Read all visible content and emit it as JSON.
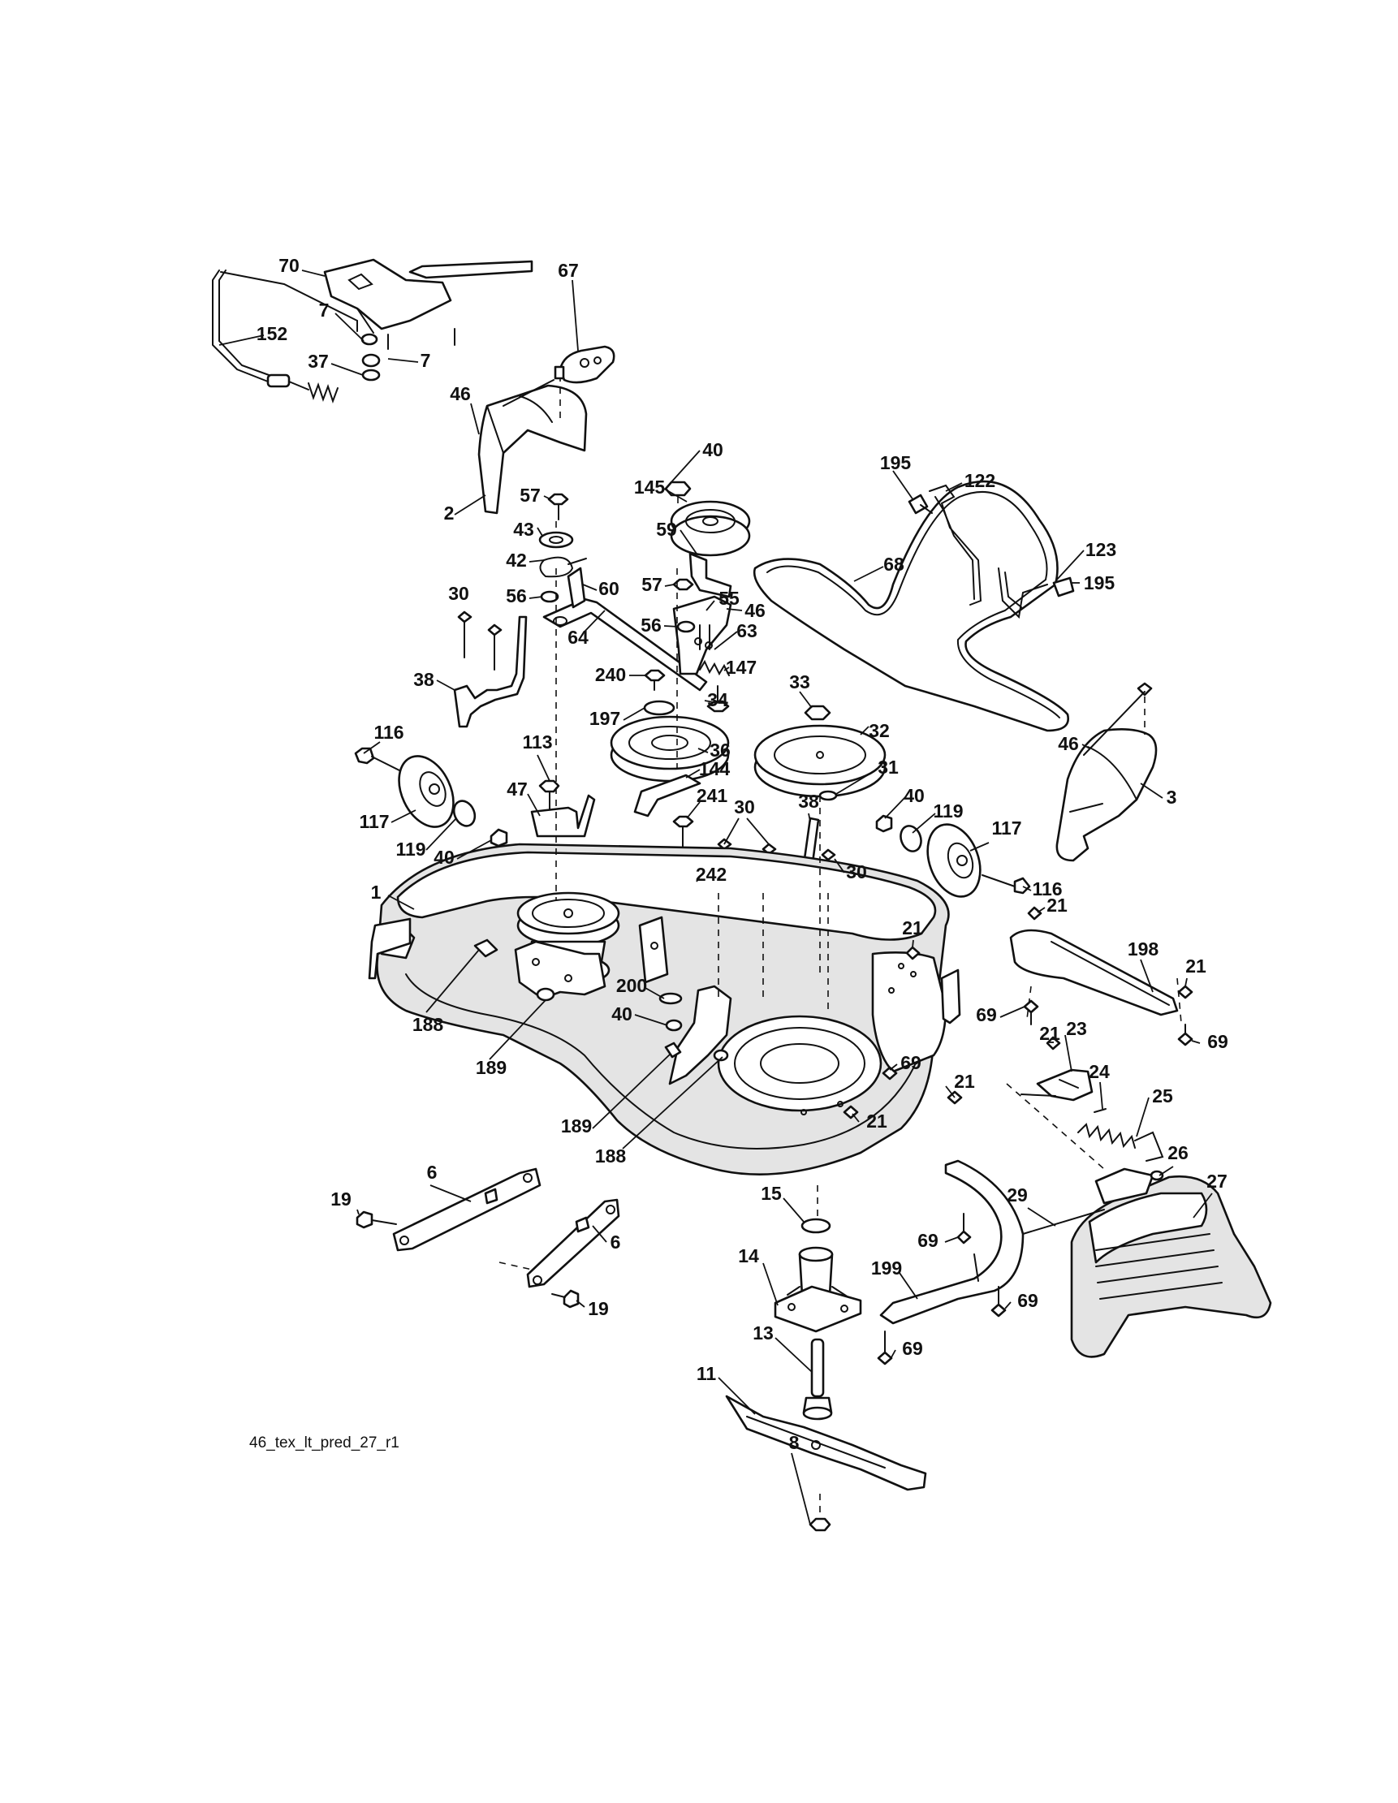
{
  "drawing": {
    "reference": "46_tex_lt_pred_27_r1"
  },
  "callouts": [
    {
      "id": "c70",
      "text": "70"
    },
    {
      "id": "c67",
      "text": "67"
    },
    {
      "id": "c7a",
      "text": "7"
    },
    {
      "id": "c152",
      "text": "152"
    },
    {
      "id": "c7b",
      "text": "7"
    },
    {
      "id": "c37",
      "text": "37"
    },
    {
      "id": "c46a",
      "text": "46"
    },
    {
      "id": "c2",
      "text": "2"
    },
    {
      "id": "c40a",
      "text": "40"
    },
    {
      "id": "c145",
      "text": "145"
    },
    {
      "id": "c195a",
      "text": "195"
    },
    {
      "id": "c122",
      "text": "122"
    },
    {
      "id": "c57a",
      "text": "57"
    },
    {
      "id": "c43",
      "text": "43"
    },
    {
      "id": "c59",
      "text": "59"
    },
    {
      "id": "c68",
      "text": "68"
    },
    {
      "id": "c123",
      "text": "123"
    },
    {
      "id": "c195b",
      "text": "195"
    },
    {
      "id": "c42",
      "text": "42"
    },
    {
      "id": "c30a",
      "text": "30"
    },
    {
      "id": "c56a",
      "text": "56"
    },
    {
      "id": "c60",
      "text": "60"
    },
    {
      "id": "c57b",
      "text": "57"
    },
    {
      "id": "c55",
      "text": "55"
    },
    {
      "id": "c46b",
      "text": "46"
    },
    {
      "id": "c56b",
      "text": "56"
    },
    {
      "id": "c64",
      "text": "64"
    },
    {
      "id": "c63",
      "text": "63"
    },
    {
      "id": "c38a",
      "text": "38"
    },
    {
      "id": "c240",
      "text": "240"
    },
    {
      "id": "c147",
      "text": "147"
    },
    {
      "id": "c33",
      "text": "33"
    },
    {
      "id": "c34",
      "text": "34"
    },
    {
      "id": "c197",
      "text": "197"
    },
    {
      "id": "c46c",
      "text": "46"
    },
    {
      "id": "c116a",
      "text": "116"
    },
    {
      "id": "c113",
      "text": "113"
    },
    {
      "id": "c36",
      "text": "36"
    },
    {
      "id": "c32",
      "text": "32"
    },
    {
      "id": "c144",
      "text": "144"
    },
    {
      "id": "c31",
      "text": "31"
    },
    {
      "id": "c3",
      "text": "3"
    },
    {
      "id": "c47",
      "text": "47"
    },
    {
      "id": "c241",
      "text": "241"
    },
    {
      "id": "c117a",
      "text": "117"
    },
    {
      "id": "c119a",
      "text": "119"
    },
    {
      "id": "c30b",
      "text": "30"
    },
    {
      "id": "c38b",
      "text": "38"
    },
    {
      "id": "c40b",
      "text": "40"
    },
    {
      "id": "c119b",
      "text": "119"
    },
    {
      "id": "c40c",
      "text": "40"
    },
    {
      "id": "c117b",
      "text": "117"
    },
    {
      "id": "c242",
      "text": "242"
    },
    {
      "id": "c30c",
      "text": "30"
    },
    {
      "id": "c116b",
      "text": "116"
    },
    {
      "id": "c1",
      "text": "1"
    },
    {
      "id": "c21a",
      "text": "21"
    },
    {
      "id": "c21b",
      "text": "21"
    },
    {
      "id": "c198",
      "text": "198"
    },
    {
      "id": "c21c",
      "text": "21"
    },
    {
      "id": "c200",
      "text": "200"
    },
    {
      "id": "c69a",
      "text": "69"
    },
    {
      "id": "c188a",
      "text": "188"
    },
    {
      "id": "c40d",
      "text": "40"
    },
    {
      "id": "c69b",
      "text": "69"
    },
    {
      "id": "c21d",
      "text": "21"
    },
    {
      "id": "c23",
      "text": "23"
    },
    {
      "id": "c189a",
      "text": "189"
    },
    {
      "id": "c69c",
      "text": "69"
    },
    {
      "id": "c24",
      "text": "24"
    },
    {
      "id": "c21e",
      "text": "21"
    },
    {
      "id": "c25",
      "text": "25"
    },
    {
      "id": "c21f",
      "text": "21"
    },
    {
      "id": "c189b",
      "text": "189"
    },
    {
      "id": "c188b",
      "text": "188"
    },
    {
      "id": "c26",
      "text": "26"
    },
    {
      "id": "c6a",
      "text": "6"
    },
    {
      "id": "c27",
      "text": "27"
    },
    {
      "id": "c19a",
      "text": "19"
    },
    {
      "id": "c29",
      "text": "29"
    },
    {
      "id": "c15",
      "text": "15"
    },
    {
      "id": "c69d",
      "text": "69"
    },
    {
      "id": "c6b",
      "text": "6"
    },
    {
      "id": "c14",
      "text": "14"
    },
    {
      "id": "c199",
      "text": "199"
    },
    {
      "id": "c69e",
      "text": "69"
    },
    {
      "id": "c19b",
      "text": "19"
    },
    {
      "id": "c13",
      "text": "13"
    },
    {
      "id": "c69f",
      "text": "69"
    },
    {
      "id": "c11",
      "text": "11"
    },
    {
      "id": "c8",
      "text": "8"
    }
  ]
}
